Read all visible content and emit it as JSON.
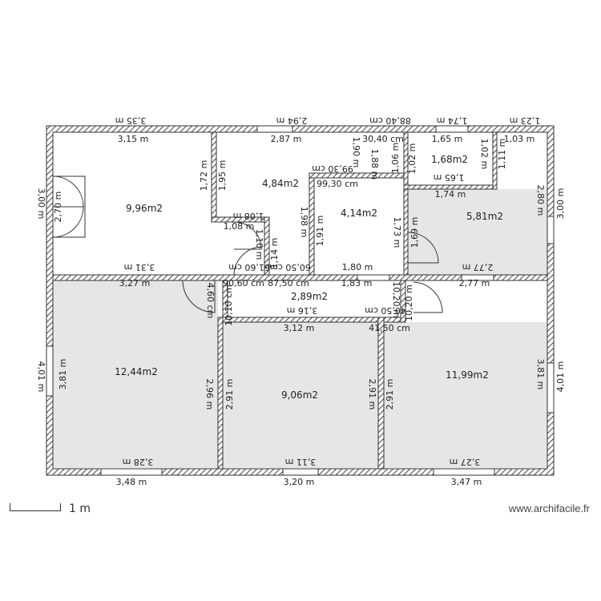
{
  "rooms": [
    {
      "id": "room-1",
      "area": "9,96m2"
    },
    {
      "id": "room-2",
      "area": "4,84m2"
    },
    {
      "id": "room-3",
      "area": "4,14m2"
    },
    {
      "id": "room-4",
      "area": "1,68m2"
    },
    {
      "id": "room-5",
      "area": "5,81m2"
    },
    {
      "id": "room-6",
      "area": "2,89m2"
    },
    {
      "id": "room-7",
      "area": "12,44m2"
    },
    {
      "id": "room-8",
      "area": "9,06m2"
    },
    {
      "id": "room-9",
      "area": "11,99m2"
    }
  ],
  "dimensions": [
    "3,35 m",
    "2,94 m",
    "88,40 cm",
    "1,74 m",
    "1,23 m",
    "3,15 m",
    "2,87 m",
    "1,65 m",
    "1,03 m",
    "30,40 cm",
    "3,00 m",
    "2,70 m",
    "1,72 m",
    "1,95 m",
    "1,08 m",
    "1,08 m",
    "99,30 cm",
    "99,30 cm",
    "1,90 m",
    "1,88 m",
    "1,06 m",
    "1,02 m",
    "1,02 m",
    "1,11 m",
    "1,65 m",
    "1,74 m",
    "2,80 m",
    "3,00 m",
    "1,98 m",
    "1,91 m",
    "1,73 m",
    "1,69 m",
    "3,31 m",
    "1,80 m",
    "2,77 m",
    "3,27 m",
    "1,83 m",
    "2,77 m",
    "1,14 m",
    "1,10 m",
    "60,50 cm",
    "61,60 cm",
    "90,60 cm",
    "87,50 cm",
    "4,60 cm",
    "10,10 cm",
    "3,16 m",
    "3,12 m",
    "10,20 m",
    "10,20 m",
    "40,50 cm",
    "41,50 cm",
    "4,01 m",
    "3,81 m",
    "2,96 m",
    "2,91 m",
    "2,91 m",
    "2,91 m",
    "3,81 m",
    "4,01 m",
    "3,28 m",
    "3,11 m",
    "3,27 m",
    "3,48 m",
    "3,20 m",
    "3,47 m"
  ],
  "scale_label": "1 m",
  "watermark": "www.archifacile.fr",
  "colors": {
    "wall": "#555555",
    "room_fill": "#e6e6e6",
    "room_fill_alt": "#f2f2f2",
    "door": "#333333"
  }
}
